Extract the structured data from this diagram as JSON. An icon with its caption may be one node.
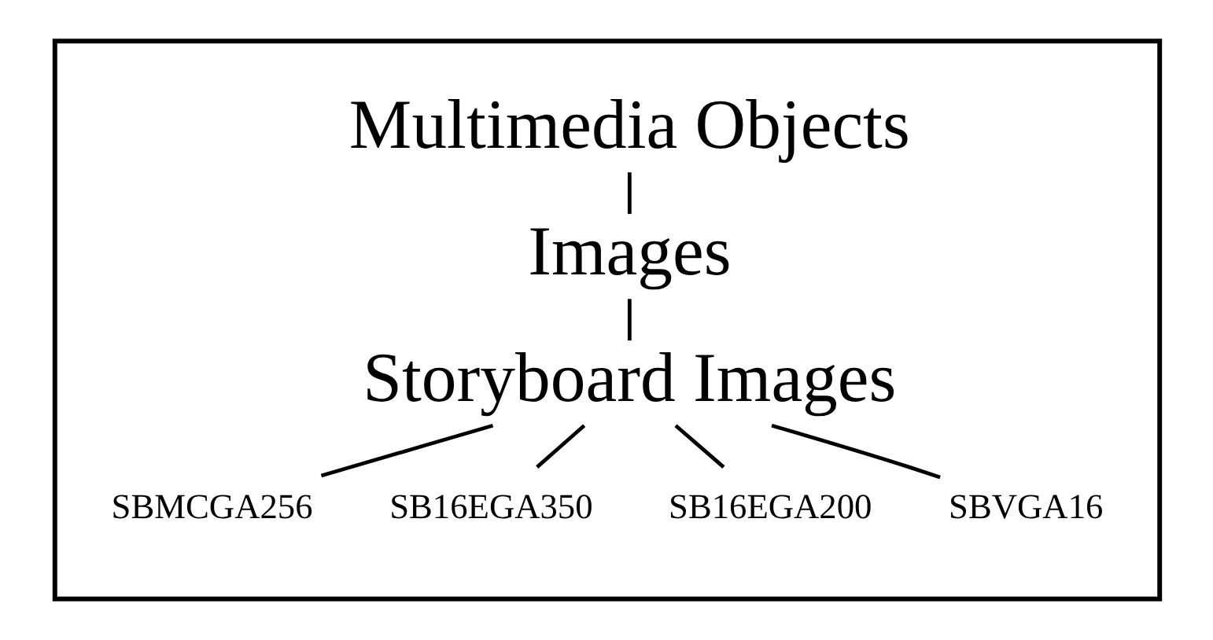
{
  "diagram": {
    "nodes": [
      {
        "text": [],
        "shape": "box"
      },
      {
        "text": [
          "Multimedia Objects"
        ],
        "in": 0
      },
      {
        "text": [
          "Images"
        ],
        "in": 0
      },
      {
        "text": [
          "Storyboard Images"
        ],
        "in": 0
      },
      {
        "text": [
          "SBMCGA256"
        ],
        "in": 0
      },
      {
        "text": [
          "SB16EGA350"
        ],
        "in": 0
      },
      {
        "text": [
          "SB16EGA200"
        ],
        "in": 0
      },
      {
        "text": [
          "SBVGA16"
        ],
        "in": 0
      }
    ],
    "edges": [
      {
        "from": 1,
        "to": 2,
        "arrow": "none"
      },
      {
        "from": 2,
        "to": 3,
        "arrow": "none"
      },
      {
        "from": 3,
        "to": 4,
        "arrow": "none"
      },
      {
        "from": 3,
        "to": 5,
        "arrow": "none"
      },
      {
        "from": 3,
        "to": 6,
        "arrow": "none"
      },
      {
        "from": 3,
        "to": 7,
        "arrow": "none"
      }
    ]
  }
}
